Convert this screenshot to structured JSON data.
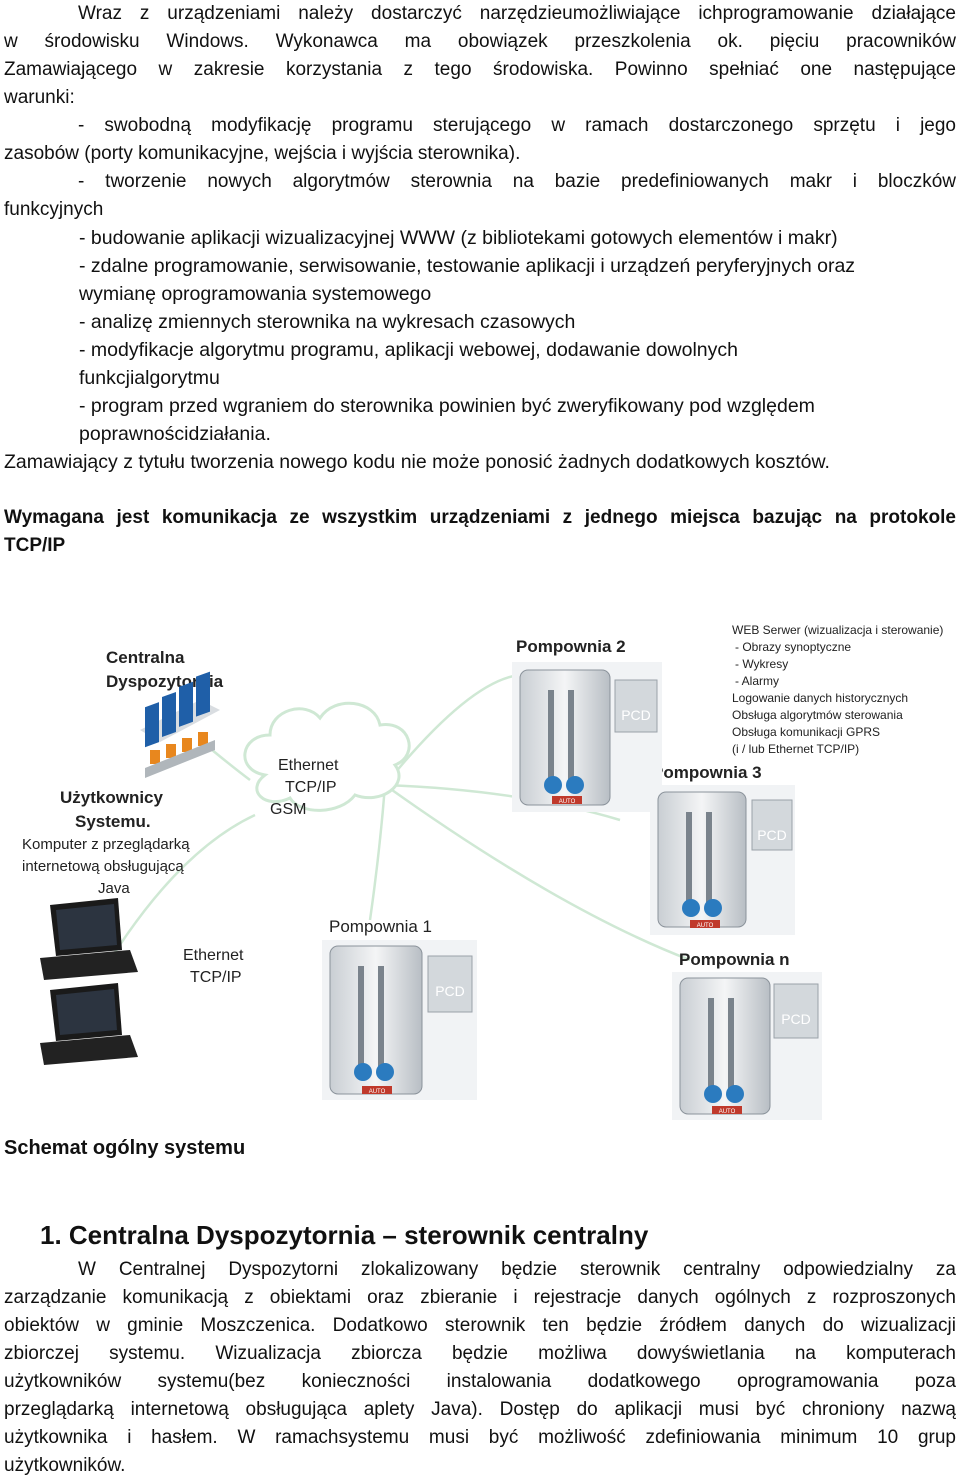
{
  "intro": {
    "l1": "Wraz z urządzeniami należy dostarczyć narzędzieumożliwiające ichprogramowanie działające",
    "l2": "w środowisku Windows. Wykonawca ma obowiązek przeszkolenia ok. pięciu pracowników",
    "l3": "Zamawiającego w zakresie korzystania z tego środowiska. Powinno spełniać one następujące",
    "l4": "warunki:"
  },
  "conditions": {
    "c1a": "- swobodną modyfikację programu sterującego w ramach dostarczonego sprzętu i jego",
    "c1b": "zasobów (porty komunikacyjne, wejścia i wyjścia sterownika).",
    "c2a": "- tworzenie nowych algorytmów sterownia na bazie predefiniowanych makr i bloczków",
    "c2b": "funkcyjnych",
    "c3": "- budowanie aplikacji wizualizacyjnej WWW (z bibliotekami gotowych elementów i makr)",
    "c4a": "- zdalne programowanie, serwisowanie, testowanie aplikacji i urządzeń peryferyjnych oraz",
    "c4b": "wymianę oprogramowania systemowego",
    "c5": "- analizę zmiennych sterownika na wykresach czasowych",
    "c6a": "- modyfikacje algorytmu programu, aplikacji webowej, dodawanie dowolnych",
    "c6b": "funkcjialgorytmu",
    "c7a": "- program przed wgraniem do sterownika powinien być zweryfikowany pod względem",
    "c7b": "poprawnościdziałania."
  },
  "cost_note": "Zamawiający z tytułu tworzenia nowego kodu nie może ponosić żadnych dodatkowych kosztów.",
  "requirement": {
    "l1": "Wymagana jest komunikacja ze wszystkim urządzeniami z jednego miejsca bazując na protokole",
    "l2": "TCP/IP"
  },
  "diagram": {
    "central_l1": "Centralna",
    "central_l2": "Dyspozytornia",
    "cloud_l1": "Ethernet",
    "cloud_l2": "TCP/IP",
    "cloud_l3": "GSM",
    "users_l1": "Użytkownicy",
    "users_l2": "Systemu.",
    "users_l3": "Komputer z przeglądarką",
    "users_l4": "internetową obsługującą",
    "users_l5": "Java",
    "laptop_net_l1": "Ethernet",
    "laptop_net_l2": "TCP/IP",
    "p1": "Pompownia 1",
    "p2": "Pompownia 2",
    "p3": "Pompownia 3",
    "pn": "Pompownia n",
    "auto": "AUTO",
    "pcd": "PCD",
    "web": [
      "WEB Serwer (wizualizacja i sterowanie)",
      "-  Obrazy synoptyczne",
      "-  Wykresy",
      "-  Alarmy",
      "Logowanie danych historycznych",
      "Obsługa algorytmów sterowania",
      "Obsługa komunikacji GPRS",
      "(i / lub Ethernet TCP/IP)"
    ]
  },
  "caption": "Schemat ogólny systemu",
  "section": {
    "heading": "1.   Centralna Dyspozytornia – sterownik centralny",
    "p1": "W Centralnej Dyspozytorni zlokalizowany będzie sterownik centralny odpowiedzialny za",
    "p2": "zarządzanie komunikacją z obiektami oraz zbieranie i rejestracje danych ogólnych z rozproszonych",
    "p3": "obiektów w gminie Moszczenica. Dodatkowo sterownik ten będzie źródłem danych do wizualizacji",
    "p4": "zbiorczej systemu. Wizualizacja zbiorcza będzie możliwa dowyświetlania na komputerach",
    "p5": "użytkowników systemu(bez konieczności instalowania dodatkowego oprogramowania poza",
    "p6": "przeglądarką internetową obsługująca aplety Java). Dostęp do aplikacji musi być chroniony nazwą",
    "p7": "użytkownika i hasłem. W ramachsystemu musi być możliwość zdefiniowania minimum 10 grup",
    "p8": "użytkowników."
  },
  "colors": {
    "line": "#cfe8d4",
    "pump_bg": "#e9ecef",
    "pump_blue": "#2b7bbf",
    "auto_red": "#c0392b",
    "controller_blue": "#1f5fa8",
    "controller_orange": "#e8871e"
  }
}
